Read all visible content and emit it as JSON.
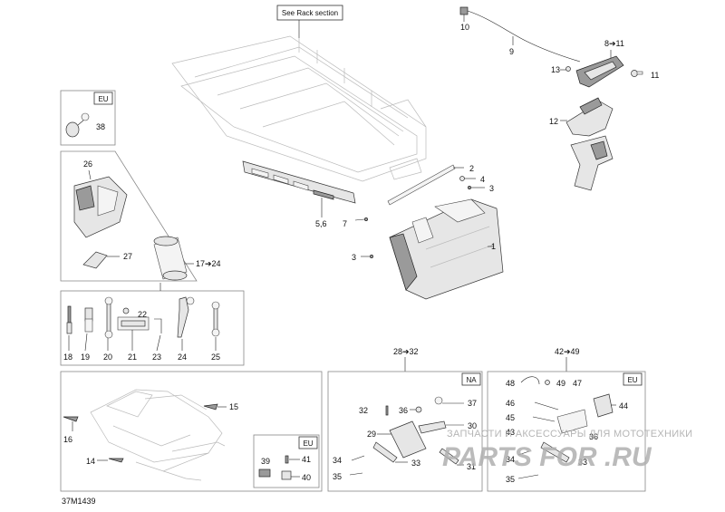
{
  "header": {
    "rack_note": "See Rack section"
  },
  "figure_id": "37M1439",
  "region_tags": {
    "eu": "EU",
    "na": "NA"
  },
  "callouts": {
    "c1": "1",
    "c2": "2",
    "c3a": "3",
    "c3b": "3",
    "c4": "4",
    "c56": "5,6",
    "c7": "7",
    "c811": "8➔11",
    "c9": "9",
    "c10": "10",
    "c11": "11",
    "c12": "12",
    "c13": "13",
    "c14": "14",
    "c15": "15",
    "c16": "16",
    "c1724": "17➔24",
    "c18": "18",
    "c19": "19",
    "c20": "20",
    "c21": "21",
    "c22": "22",
    "c23": "23",
    "c24": "24",
    "c25": "25",
    "c26": "26",
    "c27": "27",
    "c2832": "28➔32",
    "c29": "29",
    "c30": "30",
    "c31": "31",
    "c32": "32",
    "c33a": "33",
    "c33b": "33",
    "c34a": "34",
    "c34b": "34",
    "c35a": "35",
    "c35b": "35",
    "c36a": "36",
    "c36b": "36",
    "c37": "37",
    "c38": "38",
    "c39": "39",
    "c40": "40",
    "c41": "41",
    "c42": "43",
    "c4249": "42➔49",
    "c44": "44",
    "c45": "45",
    "c46": "46",
    "c47": "47",
    "c48": "48",
    "c49": "49"
  },
  "watermark": {
    "line1": "ЗАПЧАСТИ И АКСЕССУАРЫ ДЛЯ МОТОТЕХНИКИ",
    "line2": "PARTS FOR .RU"
  }
}
